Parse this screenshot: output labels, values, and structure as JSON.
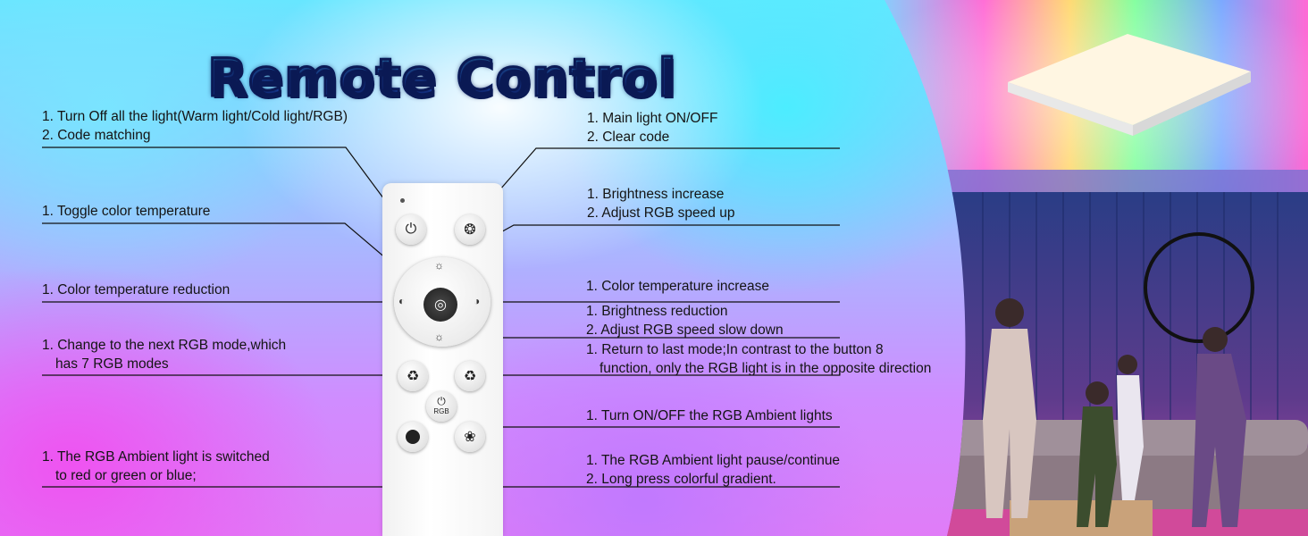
{
  "title": "Remote Control",
  "left_callouts": [
    {
      "line1": "1. Turn Off all the light(Warm light/Cold light/RGB)",
      "line2": "2. Code matching"
    },
    {
      "line1": "1. Toggle color temperature",
      "line2": ""
    },
    {
      "line1": "1. Color temperature reduction",
      "line2": ""
    },
    {
      "line1": "1. Change to the next RGB mode,which",
      "line2": "has 7 RGB modes"
    },
    {
      "line1": "1. The RGB Ambient light is switched",
      "line2": "to red or green or blue;"
    }
  ],
  "right_callouts": [
    {
      "line1": "1. Main light ON/OFF",
      "line2": "2. Clear code"
    },
    {
      "line1": "1. Brightness increase",
      "line2": "2. Adjust RGB speed up"
    },
    {
      "line1": "1. Color temperature increase",
      "line2": ""
    },
    {
      "line1": "1. Brightness reduction",
      "line2": "2. Adjust RGB speed slow down"
    },
    {
      "line1": "1. Return to last mode;In contrast to the button 8",
      "line2": "function, only the RGB light is in the opposite direction"
    },
    {
      "line1": "1. Turn ON/OFF the RGB Ambient lights",
      "line2": ""
    },
    {
      "line1": "1. The RGB Ambient light pause/continue",
      "line2": "2. Long press colorful gradient."
    }
  ],
  "remote": {
    "rgb_label": "RGB"
  },
  "icons": [
    "power-icon",
    "bulb-icon",
    "sun-icon",
    "color-temp-icon",
    "mode-icon",
    "rgb-power-icon",
    "color-circle-icon",
    "pause-icon"
  ]
}
